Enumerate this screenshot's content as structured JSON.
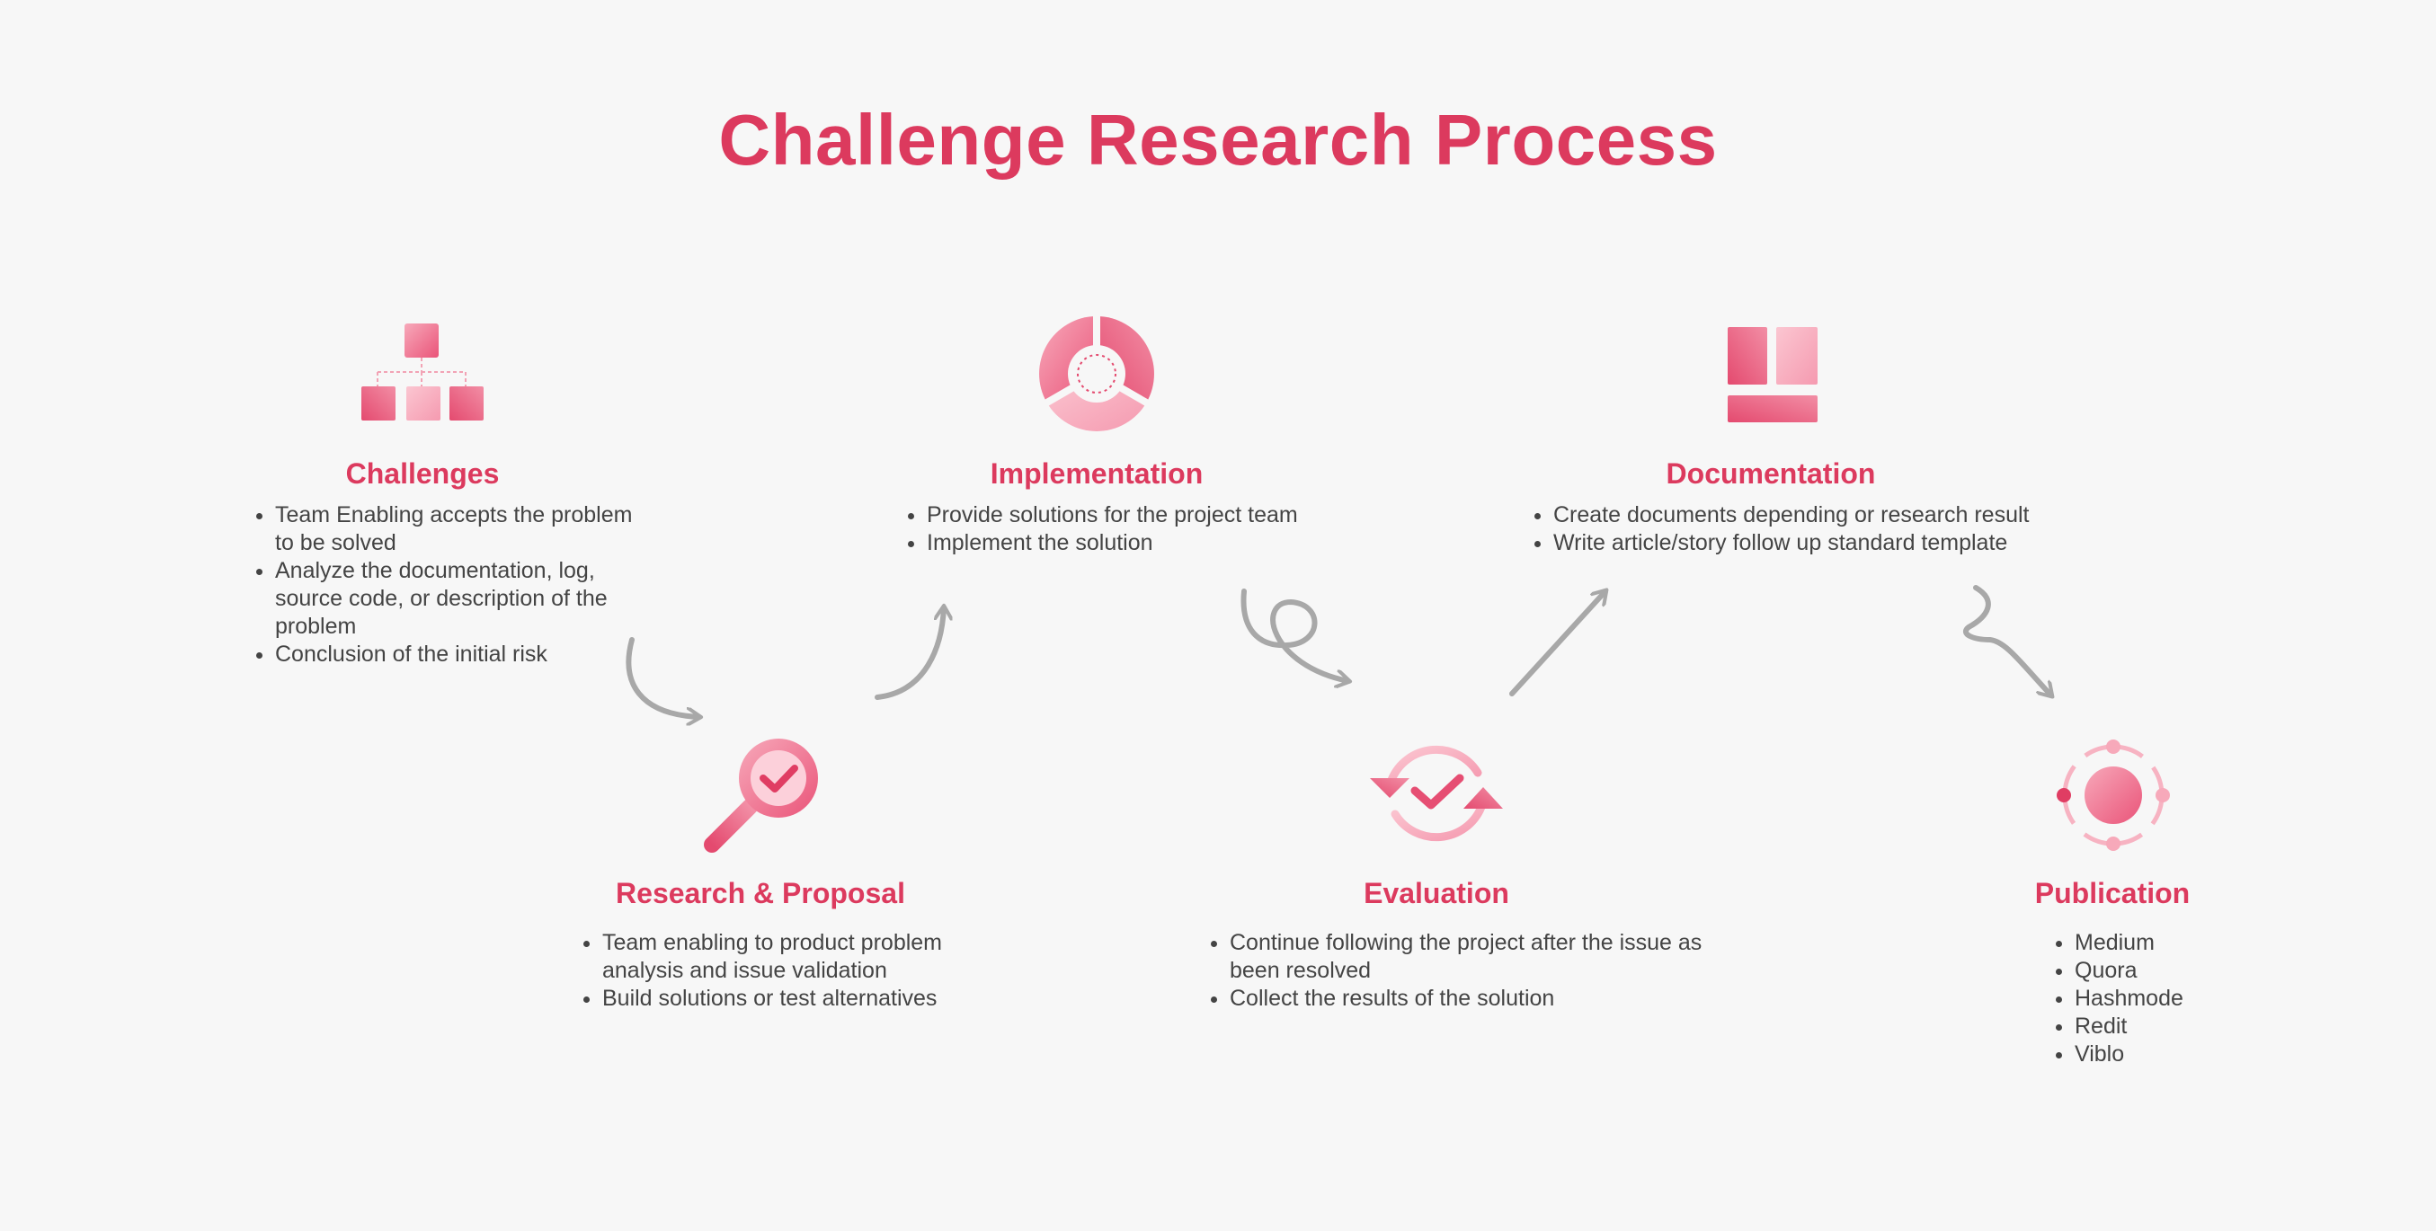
{
  "title": "Challenge Research Process",
  "colors": {
    "accent": "#dc3a5e",
    "icon_light": "#f7a9ba",
    "icon_dark": "#ea5479",
    "arrow": "#a8a8a8",
    "text": "#444444",
    "background": "#f7f7f7"
  },
  "steps": [
    {
      "id": "challenges",
      "icon": "org-chart-icon",
      "title": "Challenges",
      "items": [
        "Team Enabling accepts the problem to be solved",
        "Analyze the documentation, log, source code, or description of the problem",
        "Conclusion of the initial risk"
      ]
    },
    {
      "id": "research",
      "icon": "magnifier-check-icon",
      "title": "Research & Proposal",
      "items": [
        "Team enabling to product problem analysis and issue validation",
        "Build solutions or test alternatives"
      ]
    },
    {
      "id": "implementation",
      "icon": "donut-icon",
      "title": "Implementation",
      "items": [
        "Provide solutions for the project team",
        "Implement the solution"
      ]
    },
    {
      "id": "evaluation",
      "icon": "refresh-check-icon",
      "title": "Evaluation",
      "items": [
        "Continue following the project after the issue as been resolved",
        "Collect the results of the solution"
      ]
    },
    {
      "id": "documentation",
      "icon": "layout-blocks-icon",
      "title": "Documentation",
      "items": [
        "Create documents depending or research result",
        "Write article/story follow up standard template"
      ]
    },
    {
      "id": "publication",
      "icon": "orbit-icon",
      "title": "Publication",
      "items": [
        "Medium",
        "Quora",
        "Hashmode",
        "Redit",
        "Viblo"
      ]
    }
  ]
}
